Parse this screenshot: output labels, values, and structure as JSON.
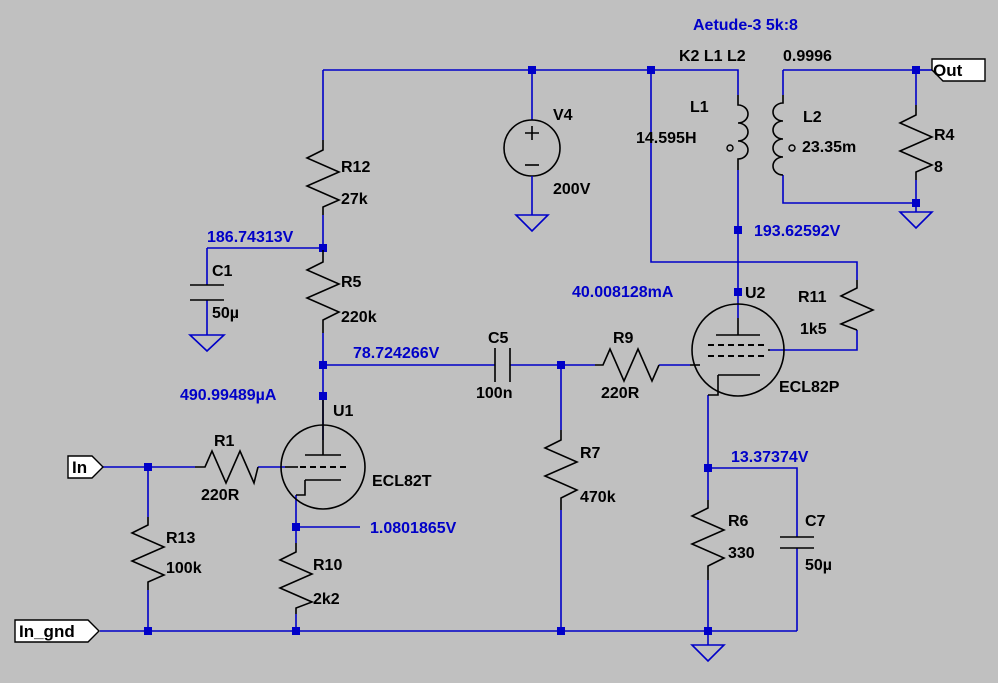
{
  "title": "Aetude-3 5k:8",
  "coupling": {
    "text": "K2 L1 L2",
    "value": "0.9996"
  },
  "ports": {
    "in": "In",
    "in_gnd": "In_gnd",
    "out": "Out"
  },
  "components": {
    "V4": {
      "name": "V4",
      "value": "200V"
    },
    "R12": {
      "name": "R12",
      "value": "27k"
    },
    "R5": {
      "name": "R5",
      "value": "220k"
    },
    "C1": {
      "name": "C1",
      "value": "50µ"
    },
    "C5": {
      "name": "C5",
      "value": "100n"
    },
    "R9": {
      "name": "R9",
      "value": "220R"
    },
    "R1": {
      "name": "R1",
      "value": "220R"
    },
    "R13": {
      "name": "R13",
      "value": "100k"
    },
    "R10": {
      "name": "R10",
      "value": "2k2"
    },
    "R7": {
      "name": "R7",
      "value": "470k"
    },
    "R6": {
      "name": "R6",
      "value": "330"
    },
    "C7": {
      "name": "C7",
      "value": "50µ"
    },
    "R11": {
      "name": "R11",
      "value": "1k5"
    },
    "L1": {
      "name": "L1",
      "value": "14.595H"
    },
    "L2": {
      "name": "L2",
      "value": "23.35m"
    },
    "R4": {
      "name": "R4",
      "value": "8"
    },
    "U1": {
      "name": "U1",
      "value": "ECL82T"
    },
    "U2": {
      "name": "U2",
      "value": "ECL82P"
    }
  },
  "probes": {
    "node_c1": "186.74313V",
    "node_c5": "78.724266V",
    "i_u1": "490.99489µA",
    "cathode_u1": "1.0801865V",
    "plate_u2": "193.62592V",
    "i_u2": "40.008128mA",
    "cathode_u2": "13.37374V"
  }
}
